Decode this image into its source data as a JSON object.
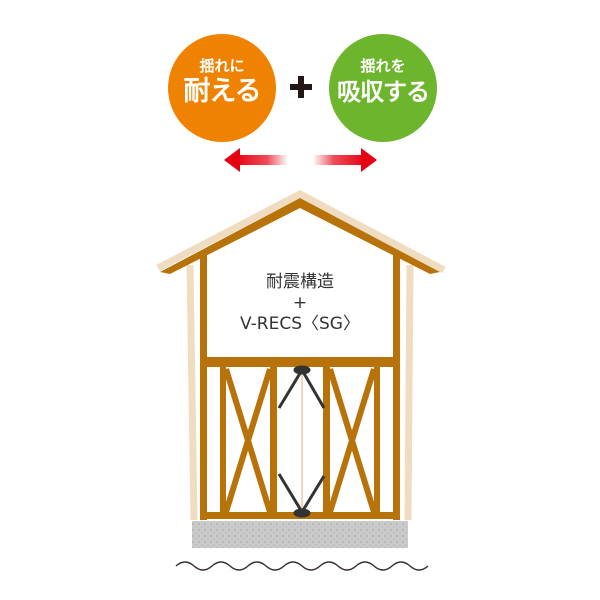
{
  "left_badge": {
    "line1": "揺れに",
    "line2": "耐える",
    "color": "#ef8200"
  },
  "right_badge": {
    "line1": "揺れを",
    "line2": "吸収する",
    "color": "#6db52c"
  },
  "plus_sign": "+",
  "house_label": {
    "line1": "耐震構造",
    "line2": "+",
    "line3": "V-RECS〈SG〉"
  },
  "colors": {
    "timber": "#b8720a",
    "timber_ghost": "#f0dcc0",
    "arrow": "#e60012",
    "foundation": "#c8c8c8",
    "damper": "#333333"
  }
}
